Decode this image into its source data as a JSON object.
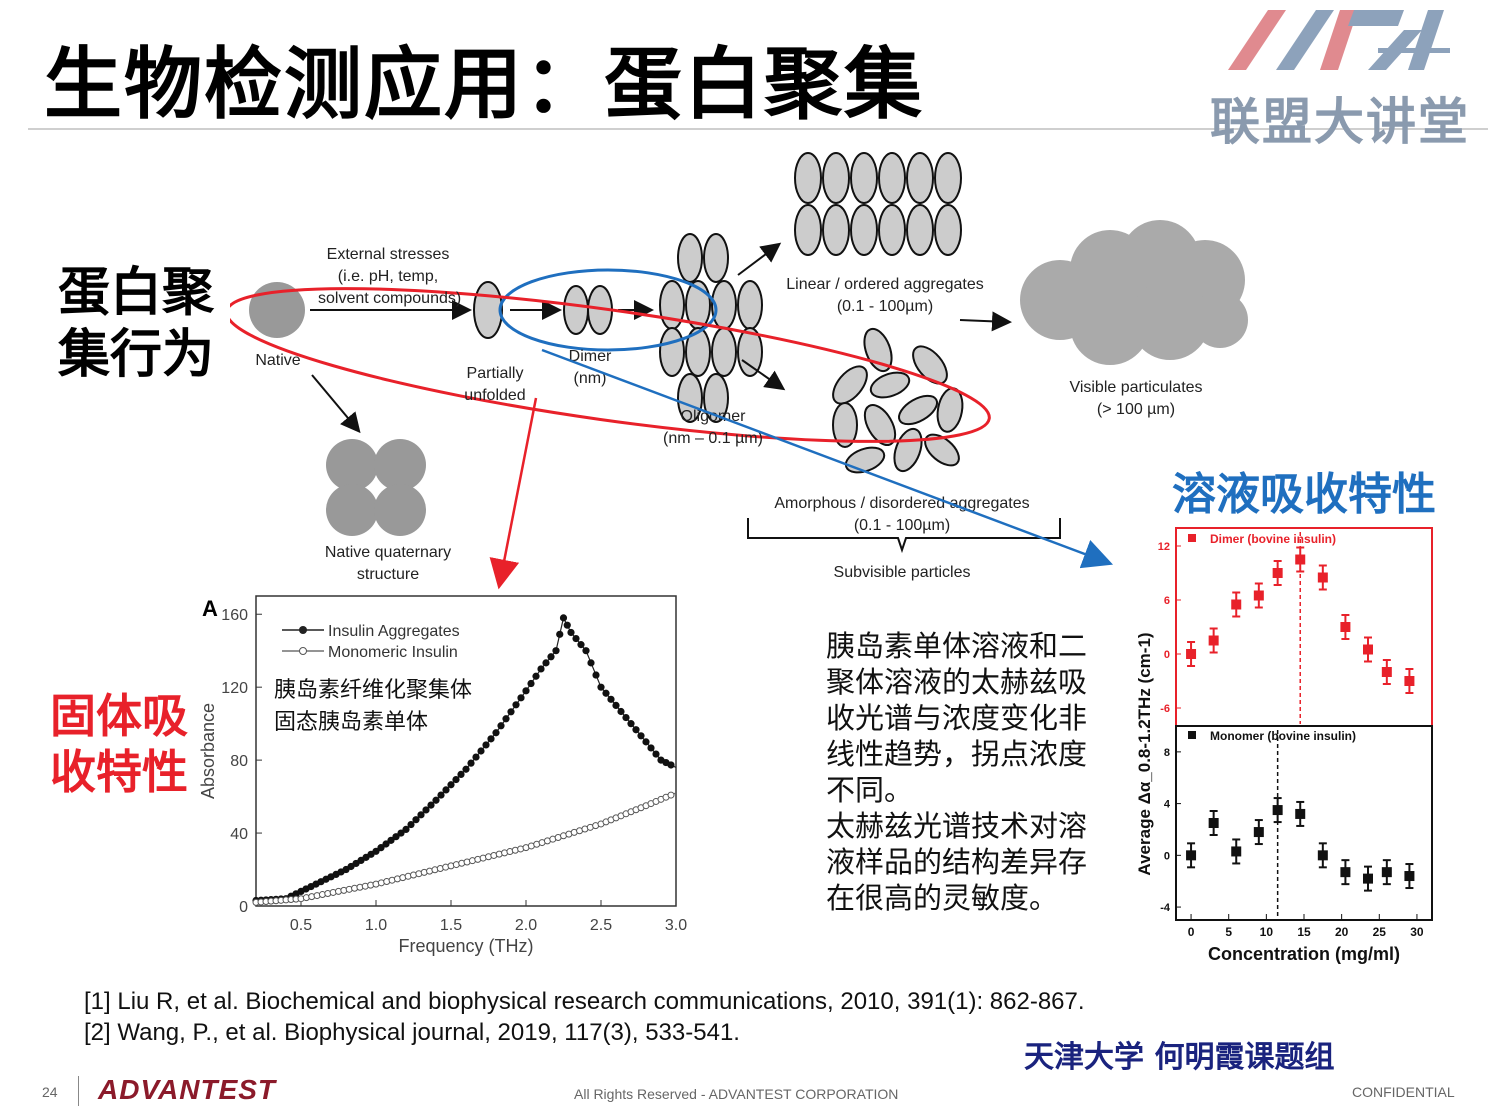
{
  "slide": {
    "title": "生物检测应用：蛋白聚集",
    "logo_text": "联盟大讲堂",
    "colors": {
      "red": "#e8212a",
      "blue": "#1f6fbf",
      "navy": "#1a237e",
      "brand": "#8b1a2a"
    }
  },
  "left_labels": {
    "aggregation_behavior": [
      "蛋白聚",
      "集行为"
    ],
    "solid_absorption": [
      "固体吸",
      "收特性"
    ]
  },
  "right_label": "溶液吸收特性",
  "diagram": {
    "external_stresses": [
      "External stresses",
      "(i.e. pH, temp,",
      "solvent compounds)"
    ],
    "native": "Native",
    "partially_unfolded": [
      "Partially",
      "unfolded"
    ],
    "dimer": [
      "Dimer",
      "(nm)"
    ],
    "oligomer": [
      "Oligomer",
      "(nm – 0.1 µm)"
    ],
    "linear": [
      "Linear / ordered aggregates",
      "(0.1 - 100µm)"
    ],
    "visible": [
      "Visible particulates",
      "(> 100 µm)"
    ],
    "amorphous": [
      "Amorphous / disordered aggregates",
      "(0.1 - 100µm)"
    ],
    "subvisible": "Subvisible particles",
    "native_quaternary": [
      "Native quaternary",
      "structure"
    ]
  },
  "description": [
    "胰岛素单体溶液和二",
    "聚体溶液的太赫兹吸",
    "收光谱与浓度变化非",
    "线性趋势，拐点浓度",
    "不同。",
    "太赫兹光谱技术对溶",
    "液样品的结构差异存",
    "在很高的灵敏度。"
  ],
  "references": [
    "[1] Liu R, et al. Biochemical and biophysical research communications, 2010, 391(1): 862-867.",
    "[2] Wang, P., et al. Biophysical journal, 2019, 117(3), 533-541."
  ],
  "group": "天津大学 何明霞课题组",
  "footer": {
    "page": "24",
    "brand": "ADVANTEST",
    "rights": "All Rights Reserved - ADVANTEST CORPORATION",
    "confidential": "CONFIDENTIAL"
  },
  "chart_data": [
    {
      "type": "scatter",
      "panel": "A",
      "xlabel": "Frequency (THz)",
      "ylabel": "Absorbance",
      "xlim": [
        0.2,
        3.0
      ],
      "ylim": [
        0,
        170
      ],
      "xticks": [
        "0.5",
        "1.0",
        "1.5",
        "2.0",
        "2.5",
        "3.0"
      ],
      "yticks": [
        "0",
        "40",
        "80",
        "120",
        "160"
      ],
      "annotation": [
        "胰岛素纤维化聚集体",
        "固态胰岛素单体"
      ],
      "series": [
        {
          "name": "Insulin Aggregates",
          "x": [
            0.2,
            0.4,
            0.6,
            0.8,
            1.0,
            1.2,
            1.4,
            1.6,
            1.8,
            2.0,
            2.1,
            2.2,
            2.25,
            2.3,
            2.4,
            2.5,
            2.6,
            2.7,
            2.8,
            2.9,
            3.0
          ],
          "y": [
            3,
            4,
            12,
            20,
            30,
            42,
            58,
            75,
            95,
            118,
            130,
            140,
            158,
            150,
            140,
            120,
            110,
            100,
            90,
            80,
            76
          ]
        },
        {
          "name": "Monomeric Insulin",
          "x": [
            0.2,
            0.5,
            1.0,
            1.5,
            2.0,
            2.5,
            2.8,
            3.0
          ],
          "y": [
            2,
            4,
            12,
            22,
            32,
            45,
            55,
            62
          ]
        }
      ]
    },
    {
      "type": "scatter",
      "series_label": "Dimer (bovine insulin)",
      "ylabel": "Average Δα_0.8-1.2THz (cm-1)",
      "ylim": [
        -8,
        14
      ],
      "yticks": [
        "-6",
        "0",
        "6",
        "12"
      ],
      "x": [
        0,
        3,
        6,
        9,
        11.5,
        14.5,
        17.5,
        20.5,
        23.5,
        26,
        29
      ],
      "y": [
        0,
        1.5,
        5.5,
        6.5,
        9,
        10.5,
        8.5,
        3,
        0.5,
        -2,
        -3
      ],
      "vline": 14.5
    },
    {
      "type": "scatter",
      "series_label": "Monomer (bovine insulin)",
      "xlabel": "Concentration (mg/ml)",
      "xlim": [
        -2,
        32
      ],
      "ylim": [
        -5,
        10
      ],
      "xticks": [
        "0",
        "5",
        "10",
        "15",
        "20",
        "25",
        "30"
      ],
      "yticks": [
        "-4",
        "0",
        "4",
        "8"
      ],
      "x": [
        0,
        3,
        6,
        9,
        11.5,
        14.5,
        17.5,
        20.5,
        23.5,
        26,
        29
      ],
      "y": [
        0,
        2.5,
        0.3,
        1.8,
        3.5,
        3.2,
        0,
        -1.3,
        -1.8,
        -1.3,
        -1.6
      ],
      "vline": 11.5
    }
  ]
}
